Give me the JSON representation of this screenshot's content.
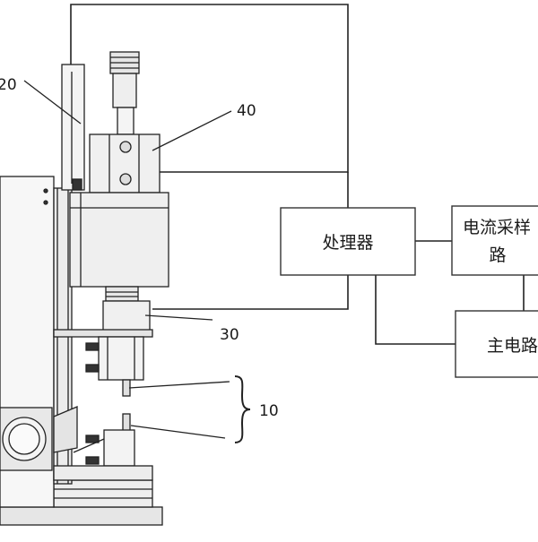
{
  "labels": {
    "ref_20": "20",
    "ref_40": "40",
    "ref_30": "30",
    "ref_10": "10"
  },
  "blocks": {
    "processor": "处理器",
    "current_sampling_line1": "电流采样",
    "current_sampling_line2": "路",
    "main_circuit": "主电路"
  }
}
